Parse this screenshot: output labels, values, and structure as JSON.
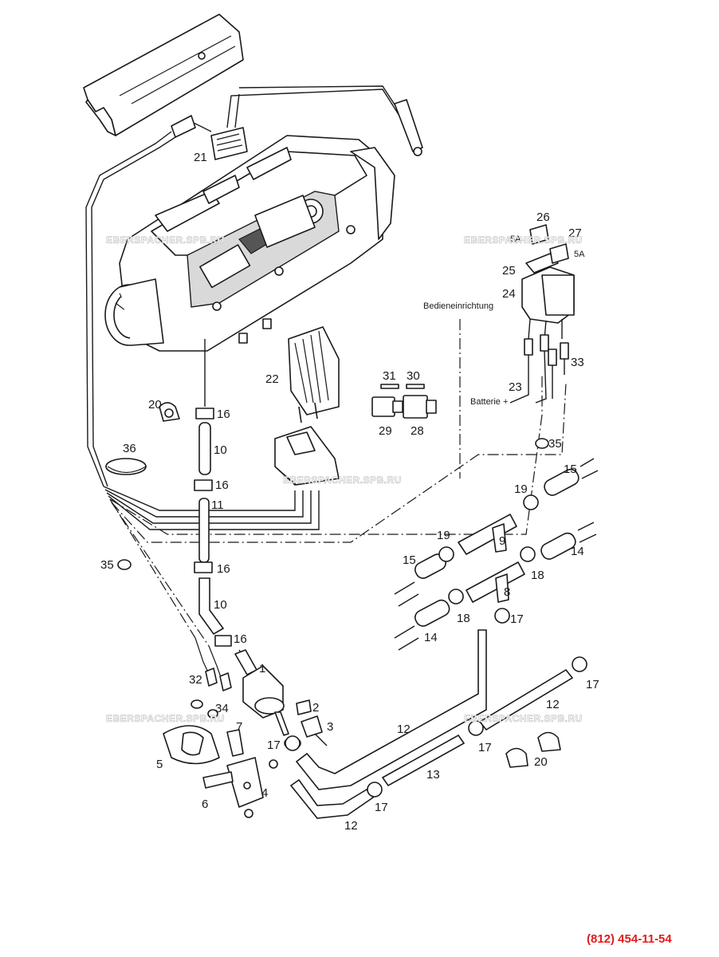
{
  "labels": {
    "bedien": "Bedieneinrichtung",
    "batterie": "Batterie +",
    "fuse_26": "5A",
    "fuse_27": "5A"
  },
  "watermark": "EBERSPACHER.SPB.RU",
  "phone": "(812) 454-11-54",
  "callouts": {
    "n1": "1",
    "n2": "2",
    "n3": "3",
    "n4": "4",
    "n5": "5",
    "n6": "6",
    "n7": "7",
    "n8": "8",
    "n9": "9",
    "n10": "10",
    "n11": "11",
    "n12": "12",
    "n13": "13",
    "n14": "14",
    "n15": "15",
    "n16": "16",
    "n17": "17",
    "n18": "18",
    "n19": "19",
    "n20": "20",
    "n21": "21",
    "n22": "22",
    "n23": "23",
    "n24": "24",
    "n25": "25",
    "n26": "26",
    "n27": "27",
    "n28": "28",
    "n29": "29",
    "n30": "30",
    "n31": "31",
    "n32": "32",
    "n33": "33",
    "n34": "34",
    "n35": "35",
    "n36": "36"
  }
}
